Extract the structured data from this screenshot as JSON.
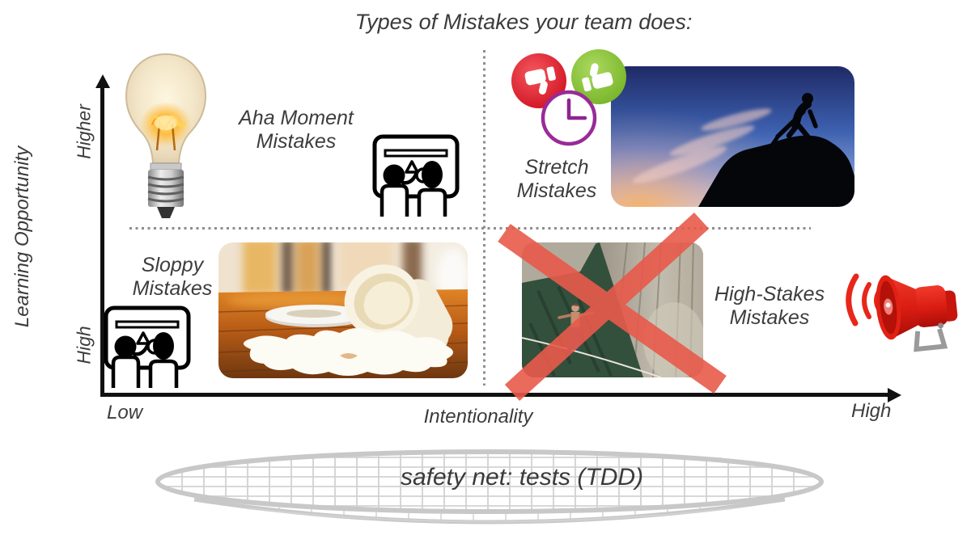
{
  "title": "Types of Mistakes your team does:",
  "y_axis": {
    "label": "Learning Opportunity",
    "top": "Higher",
    "bottom": "High"
  },
  "x_axis": {
    "label": "Intentionality",
    "left": "Low",
    "right": "High"
  },
  "quadrants": {
    "aha": "Aha Moment\nMistakes",
    "stretch": "Stretch\nMistakes",
    "sloppy": "Sloppy\nMistakes",
    "high_stakes": "High-Stakes\nMistakes"
  },
  "safety_net": {
    "label": "safety net: tests (TDD)"
  },
  "icons": {
    "top_left": [
      "lightbulb-photo",
      "team-whiteboard-icon"
    ],
    "top_right": [
      "thumbs-down-icon",
      "thumbs-up-icon",
      "clock-icon",
      "helping-hand-climb-photo"
    ],
    "bottom_left": [
      "team-whiteboard-icon",
      "spilled-milk-photo"
    ],
    "bottom_right": [
      "tightrope-walker-photo",
      "red-cross-icon",
      "megaphone-icon"
    ],
    "bottom": [
      "safety-net-drawing"
    ]
  },
  "colors": {
    "thumbs_down_red": "#de1a2c",
    "thumbs_up_green": "#84c23c",
    "clock_purple": "#992b98",
    "cross_red": "#e85a4b",
    "megaphone_red": "#e8271b",
    "divider_gray": "#8d8d8d",
    "net_gray": "#c8c8c8",
    "text_gray": "#3b3b3b"
  }
}
